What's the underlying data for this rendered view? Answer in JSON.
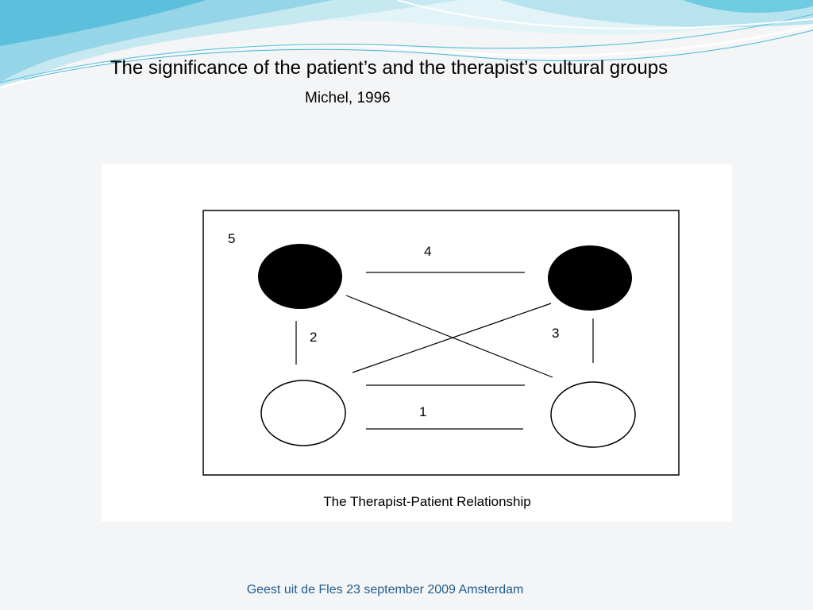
{
  "slide": {
    "title": "The significance of the patient’s and the therapist’s cultural groups",
    "subtitle": "Michel, 1996",
    "footer": "Geest uit de Fles 23 september 2009 Amsterdam"
  },
  "diagram": {
    "caption": "The Therapist-Patient Relationship",
    "labels": {
      "frame": "5",
      "top_link": "4",
      "left_link": "2",
      "right_link": "3",
      "bottom_link": "1"
    }
  },
  "colors": {
    "background": "#f4f5f6",
    "wave_light": "#c9ebf3",
    "wave_mid": "#8fd3e6",
    "wave_dark": "#41b3d3",
    "footer": "#1f5d8f",
    "filled_circle": "#000000",
    "open_circle": "#ffffff"
  }
}
